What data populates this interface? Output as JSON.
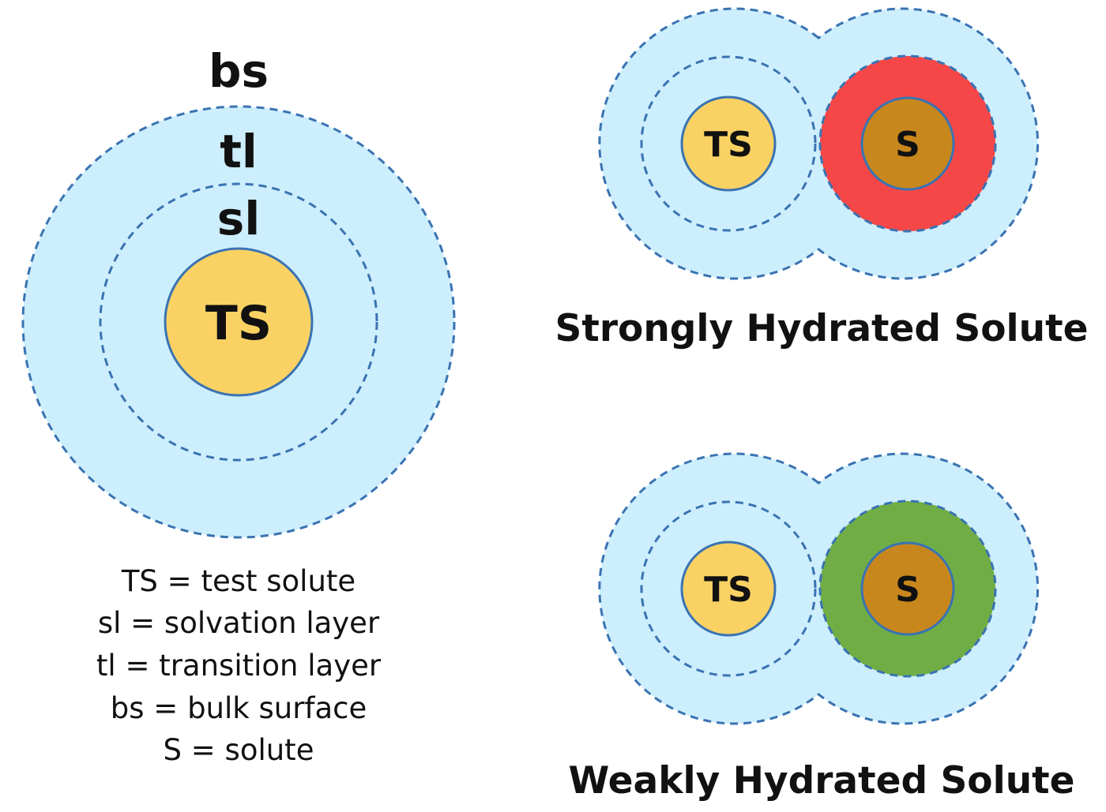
{
  "colors": {
    "shell_fill": "#cdeefc",
    "dash_stroke": "#3a73b2",
    "test_solute_fill": "#fad264",
    "solute_core_fill": "#c8871d",
    "strong_hydration_fill": "#f54747",
    "weak_hydration_fill": "#70ae45"
  },
  "schematic": {
    "outer_label": "bs",
    "middle_label": "tl",
    "inner_label": "sl",
    "core_label": "TS"
  },
  "legend": [
    "TS = test solute",
    "sl = solvation layer",
    "tl = transition layer",
    "bs = bulk surface",
    "S = solute"
  ],
  "strong_panel": {
    "left_label": "TS",
    "right_label": "S",
    "caption": "Strongly Hydrated Solute"
  },
  "weak_panel": {
    "left_label": "TS",
    "right_label": "S",
    "caption": "Weakly Hydrated Solute"
  }
}
